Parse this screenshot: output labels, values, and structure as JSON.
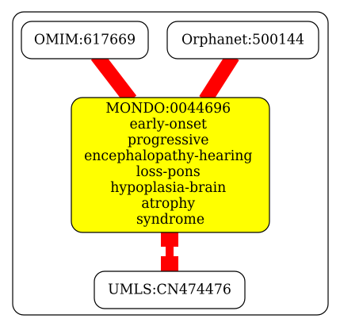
{
  "colors": {
    "edge": "#ff0000",
    "highlight_fill": "#ffff00",
    "node_fill": "#ffffff",
    "stroke": "#000000"
  },
  "nodes": {
    "omim": {
      "label": "OMIM:617669"
    },
    "orphanet": {
      "label": "Orphanet:500144"
    },
    "mondo": {
      "lines": [
        "MONDO:0044696",
        "early-onset",
        "progressive",
        "encephalopathy-hearing",
        "loss-pons",
        "hypoplasia-brain",
        "atrophy",
        "syndrome"
      ]
    },
    "umls": {
      "label": "UMLS:CN474476"
    }
  }
}
